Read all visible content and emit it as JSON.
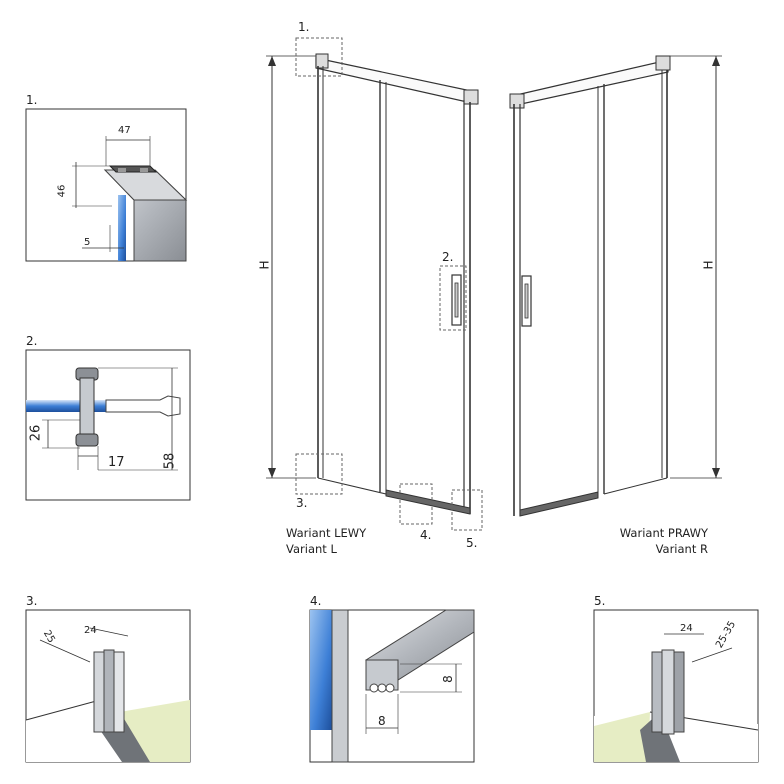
{
  "callouts": {
    "c1": "1.",
    "c2": "2.",
    "c3": "3.",
    "c4": "4.",
    "c5": "5."
  },
  "main": {
    "height_label_left": "H",
    "height_label_right": "H",
    "variant_left_line1": "Wariant LEWY",
    "variant_left_line2": "Variant L",
    "variant_right_line1": "Wariant PRAWY",
    "variant_right_line2": "Variant R"
  },
  "details": {
    "d1": {
      "label": "1.",
      "dim_top": "47",
      "dim_side": "46",
      "dim_bottom": "5"
    },
    "d2": {
      "label": "2.",
      "dim_left": "26",
      "dim_bottom": "17",
      "dim_right": "58"
    },
    "d3": {
      "label": "3.",
      "dim_a": "25",
      "dim_b": "24"
    },
    "d4": {
      "label": "4.",
      "dim_height": "8",
      "dim_width": "8"
    },
    "d5": {
      "label": "5.",
      "dim_a": "24",
      "dim_b": "25-35"
    }
  },
  "colors": {
    "glass_blue": "#3d7fd6",
    "floor_green": "#e6edc4",
    "profile_grey": "#b8bcc2",
    "dark_profile": "#555a60"
  }
}
